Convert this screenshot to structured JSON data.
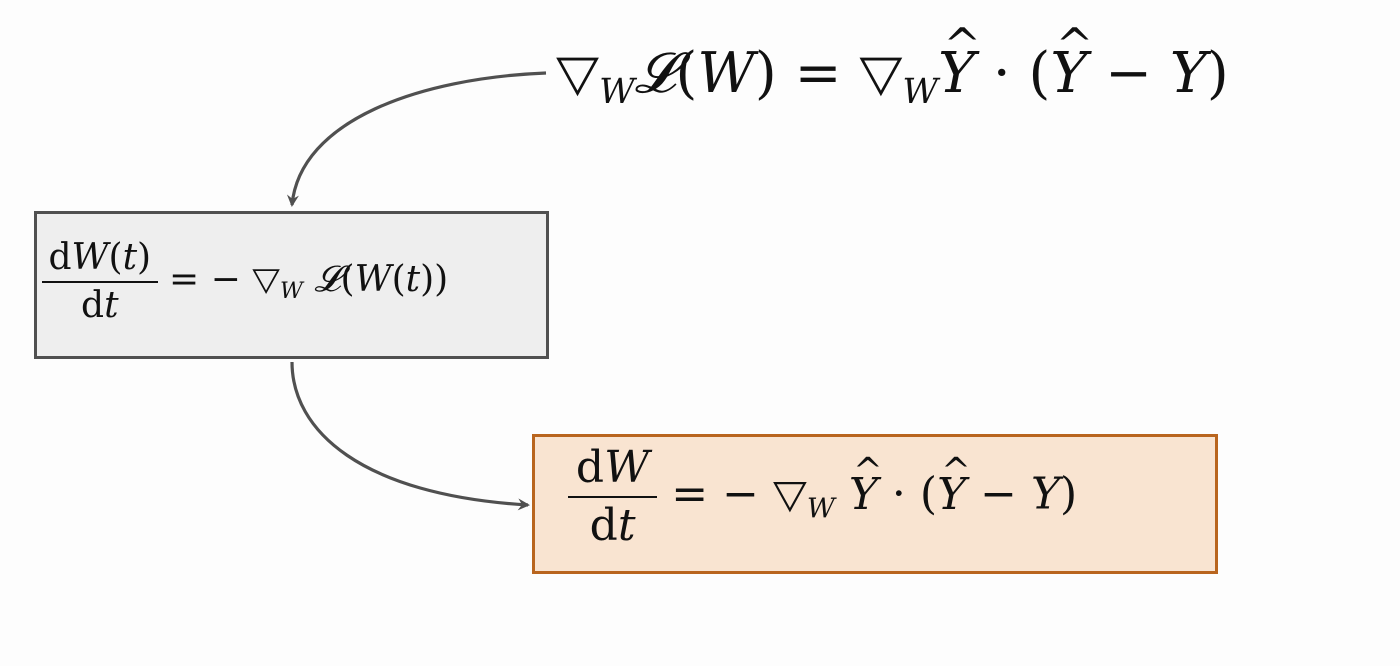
{
  "colors": {
    "background": "#fdfdfd",
    "arrow": "#505050",
    "gray_box_fill": "#eeeeee",
    "gray_box_border": "#505050",
    "orange_box_fill": "#f9e4d1",
    "orange_box_border": "#b9651e",
    "text": "#111111"
  },
  "top_equation": {
    "nabla": "▽",
    "sub_w": "W",
    "L": "𝓛",
    "W": "W",
    "eq": "=",
    "Y": "Y",
    "dot": "·",
    "minus": "−"
  },
  "gray_equation": {
    "d": "d",
    "W": "W",
    "t": "t",
    "eq": "=",
    "minus": "−",
    "nabla": "▽",
    "sub_w": "W",
    "L": "𝓛"
  },
  "orange_equation": {
    "d": "d",
    "W": "W",
    "t": "t",
    "eq": "=",
    "minus": "−",
    "nabla": "▽",
    "sub_w": "W",
    "Y": "Y",
    "dot": "·"
  }
}
